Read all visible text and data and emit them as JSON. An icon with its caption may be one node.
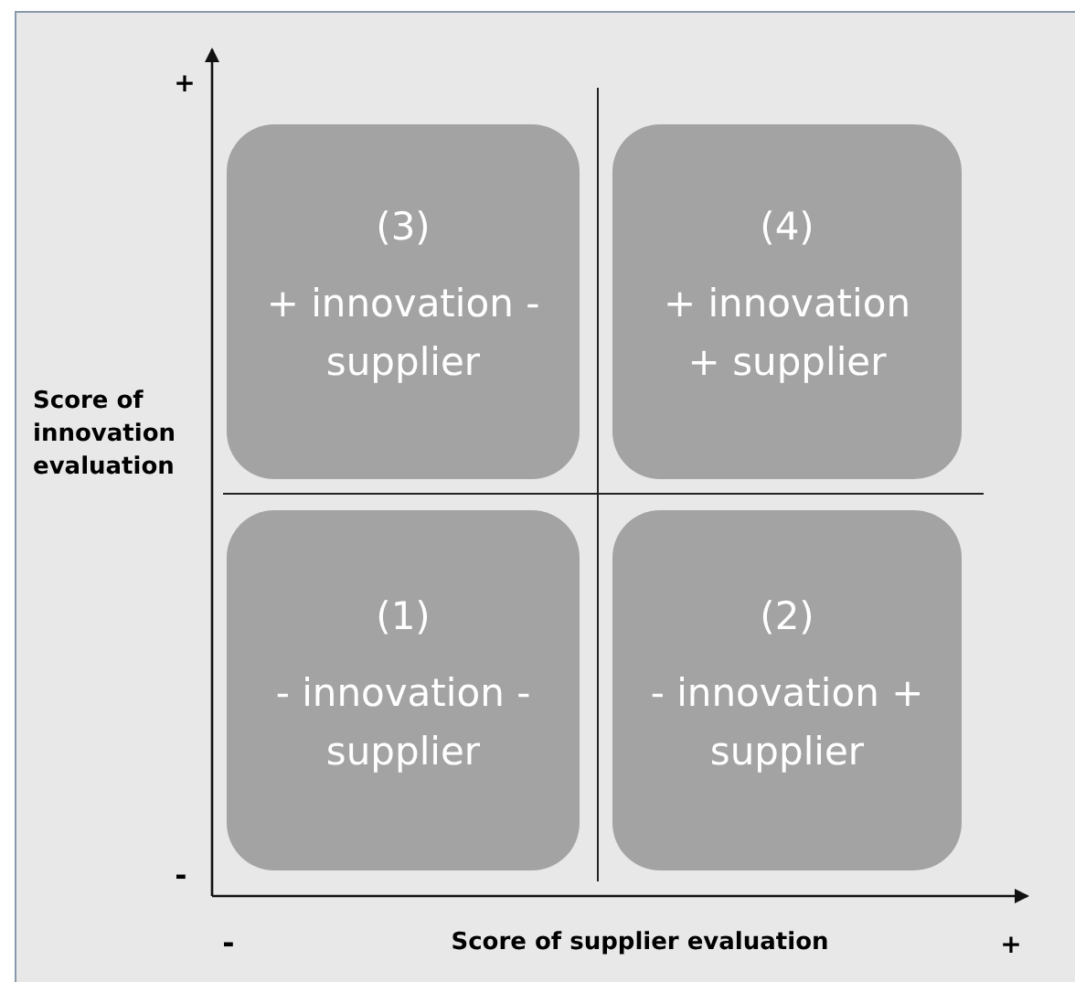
{
  "diagram": {
    "nodes": [
      {
        "text": [
          "(3)",
          "+ innovation - supplier"
        ]
      },
      {
        "text": [
          "(4)",
          "+ innovation + supplier"
        ]
      },
      {
        "text": [
          "(1)",
          "- innovation - supplier"
        ]
      },
      {
        "text": [
          "(2)",
          "- innovation + supplier"
        ]
      }
    ],
    "labels": [
      "+",
      "Score of innovation evaluation",
      "-",
      "-",
      "Score of supplier evaluation",
      "+"
    ]
  }
}
